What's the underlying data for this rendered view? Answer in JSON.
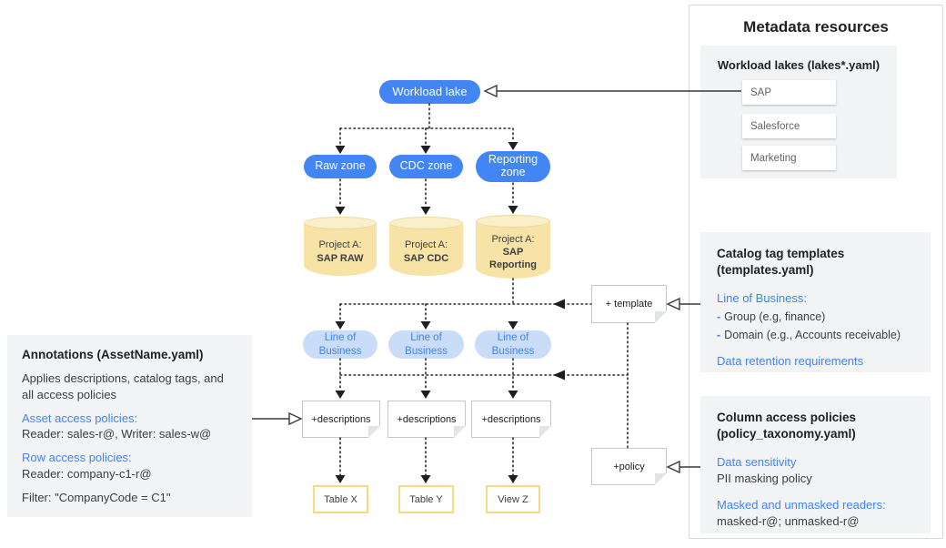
{
  "colors": {
    "primary_blue": "#4285F4",
    "light_blue_pill": "#C9DCF8",
    "cylinder_fill": "#F8E3A6",
    "table_border": "#F7D883",
    "panel_gray": "#F1F3F4",
    "heading_blue": "#4285F4"
  },
  "diagram": {
    "lake_label": "Workload lake",
    "zones": [
      "Raw zone",
      "CDC zone",
      "Reporting zone"
    ],
    "projects": [
      {
        "prefix": "Project A:",
        "name": "SAP RAW"
      },
      {
        "prefix": "Project A:",
        "name": "SAP CDC"
      },
      {
        "prefix": "Project A:",
        "name": "SAP Reporting"
      }
    ],
    "lob_label": "Line of Business",
    "notes": {
      "descriptions": "+descriptions",
      "template": "+ template",
      "policy": "+policy"
    },
    "outputs": [
      "Table X",
      "Table Y",
      "View Z"
    ]
  },
  "annotations_panel": {
    "title": "Annotations (AssetName.yaml)",
    "body": "Applies descriptions, catalog tags, and all access policies",
    "asset_heading": "Asset access policies:",
    "asset_value": "Reader: sales-r@, Writer: sales-w@",
    "row_heading": "Row access policies:",
    "row_value": "Reader: company-c1-r@",
    "filter_value": "Filter: \"CompanyCode = C1\""
  },
  "metadata_panel": {
    "title": "Metadata resources",
    "workload_lakes": {
      "title": "Workload lakes (lakes*.yaml)",
      "items": [
        "SAP",
        "Salesforce",
        "Marketing"
      ]
    },
    "catalog_tags": {
      "title_line1": "Catalog tag templates",
      "title_line2": "(templates.yaml)",
      "lob_heading": "Line of Business:",
      "bullets": [
        {
          "dash": "-",
          "text": "Group (e.g, finance)"
        },
        {
          "dash": "-",
          "text": "Domain (e.g., Accounts receivable)"
        }
      ],
      "retention_heading": "Data retention requirements"
    },
    "column_policies": {
      "title_line1": "Column access policies",
      "title_line2": "(policy_taxonomy.yaml)",
      "sensitivity_heading": "Data sensitivity",
      "sensitivity_value": "PII masking policy",
      "readers_heading": "Masked and unmasked readers:",
      "readers_value": "masked-r@; unmasked-r@"
    }
  }
}
